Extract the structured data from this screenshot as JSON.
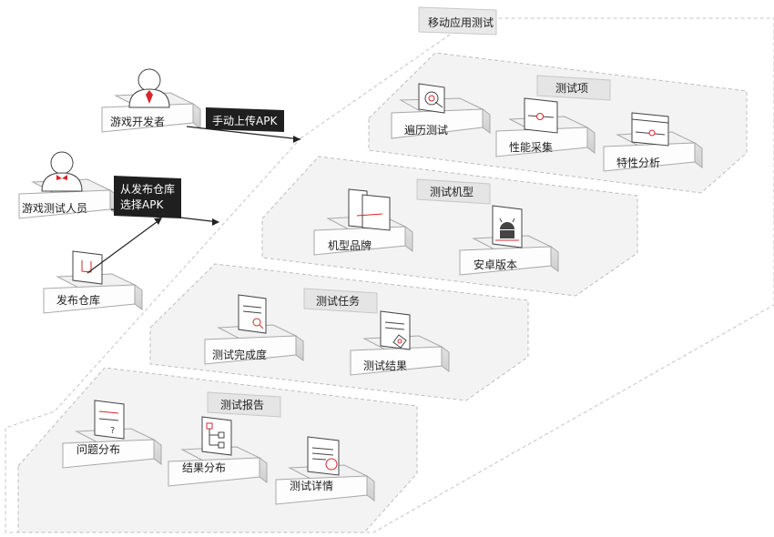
{
  "groups": {
    "mobile_app_test": "移动应用测试",
    "test_items": "测试项",
    "test_devices": "测试机型",
    "test_tasks": "测试任务",
    "test_reports": "测试报告"
  },
  "actors": {
    "game_developer": "游戏开发者",
    "game_tester": "游戏测试人员",
    "release_repo": "发布仓库"
  },
  "actions": {
    "manual_upload": "手动上传APK",
    "select_from_repo_line1": "从发布仓库",
    "select_from_repo_line2": "选择APK"
  },
  "nodes": {
    "traversal_test": "遍历测试",
    "perf_collect": "性能采集",
    "feature_analysis": "特性分析",
    "device_brand": "机型品牌",
    "android_version": "安卓版本",
    "test_completion": "测试完成度",
    "test_result": "测试结果",
    "issue_dist": "问题分布",
    "result_dist": "结果分布",
    "test_detail": "测试详情"
  },
  "colors": {
    "accent": "#d9262c",
    "dark_label_bg": "#1f1f1f",
    "panel_bg": "#f4f4f4",
    "dashed_border": "#bdbdbd"
  }
}
